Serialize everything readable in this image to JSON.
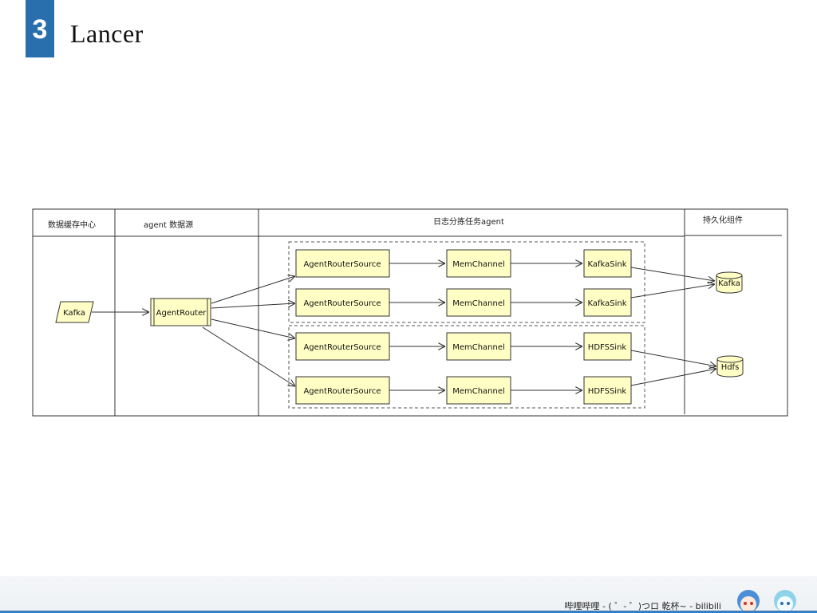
{
  "slide": {
    "number": "3",
    "title": "Lancer"
  },
  "diagram": {
    "lanes": [
      {
        "id": "lane-data-cache",
        "label": "数据缓存中心"
      },
      {
        "id": "lane-agent-source",
        "label": "agent 数据源"
      },
      {
        "id": "lane-log-task",
        "label": "日志分拣任务agent"
      },
      {
        "id": "lane-persistence",
        "label": "持久化组件"
      }
    ],
    "nodes": {
      "kafka_source": "Kafka",
      "agent_router": "AgentRouter",
      "source_1": "AgentRouterSource",
      "source_2": "AgentRouterSource",
      "source_3": "AgentRouterSource",
      "source_4": "AgentRouterSource",
      "channel_1": "MemChannel",
      "channel_2": "MemChannel",
      "channel_3": "MemChannel",
      "channel_4": "MemChannel",
      "sink_1": "KafkaSink",
      "sink_2": "KafkaSink",
      "sink_3": "HDFSSink",
      "sink_4": "HDFSSink",
      "store_kafka": "Kafka",
      "store_hdfs": "Hdfs"
    }
  },
  "footer": {
    "text": "哔哩哔哩 - ( ゜- ゜)つロ 乾杯~ - bilibili"
  },
  "colors": {
    "badge": "#2a6fad",
    "node_fill": "#ffffc5",
    "node_stroke": "#333333",
    "footer_line": "#3a7dc0"
  }
}
